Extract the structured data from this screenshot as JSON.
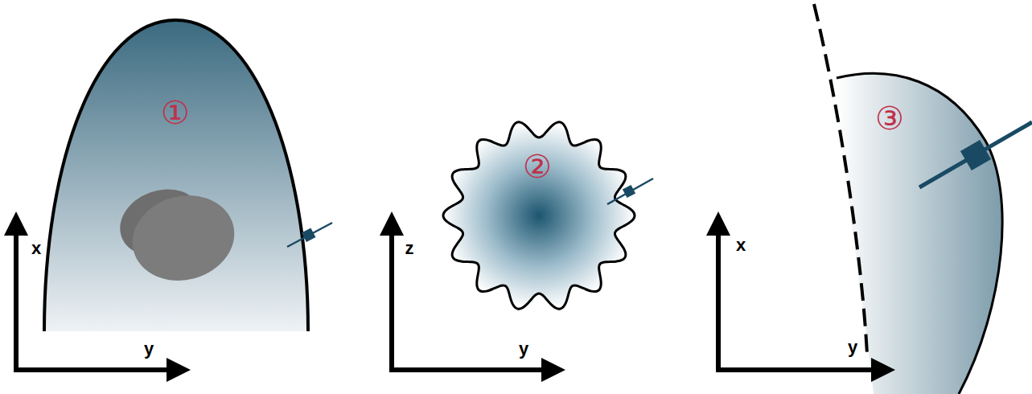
{
  "diagram": {
    "labels": [
      "①",
      "x",
      "y",
      "②",
      "z",
      "y",
      "③",
      "x",
      "y"
    ]
  }
}
